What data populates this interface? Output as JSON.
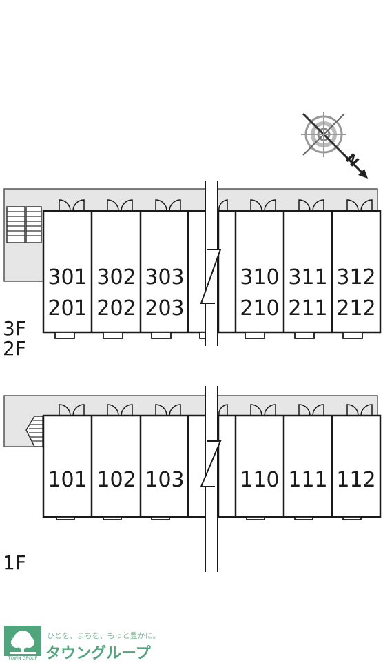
{
  "floors": {
    "upper": "3F",
    "middle": "2F",
    "ground": "1F"
  },
  "upper_block": {
    "left_units": [
      {
        "top": "301",
        "bottom": "201"
      },
      {
        "top": "302",
        "bottom": "202"
      },
      {
        "top": "303",
        "bottom": "203"
      }
    ],
    "right_units": [
      {
        "top": "310",
        "bottom": "210"
      },
      {
        "top": "311",
        "bottom": "211"
      },
      {
        "top": "312",
        "bottom": "212"
      }
    ]
  },
  "ground_block": {
    "left_units": [
      "101",
      "102",
      "103"
    ],
    "right_units": [
      "110",
      "111",
      "112"
    ]
  },
  "compass": {
    "north_label": "N"
  },
  "footer": {
    "slogan": "ひとを、まちを、もっと豊かに。",
    "brand": "タウングループ",
    "logo_caption": "TOWN GROUP"
  },
  "colors": {
    "line": "#1a1a1a",
    "corridor_fill": "#e6e6e6",
    "brand_green": "#4fa57c"
  }
}
